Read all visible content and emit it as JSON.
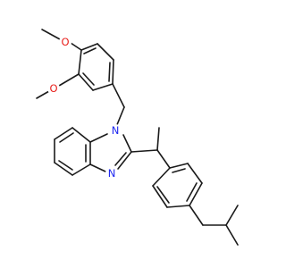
{
  "molecule": {
    "atoms": [
      {
        "id": "O1",
        "symbol": "O",
        "color": "#e8201c"
      },
      {
        "id": "O2",
        "symbol": "O",
        "color": "#e8201c"
      },
      {
        "id": "N1",
        "symbol": "N",
        "color": "#1d26f0"
      },
      {
        "id": "N2",
        "symbol": "N",
        "color": "#1d26f0"
      }
    ],
    "bond_color": "#1a1a1a"
  }
}
